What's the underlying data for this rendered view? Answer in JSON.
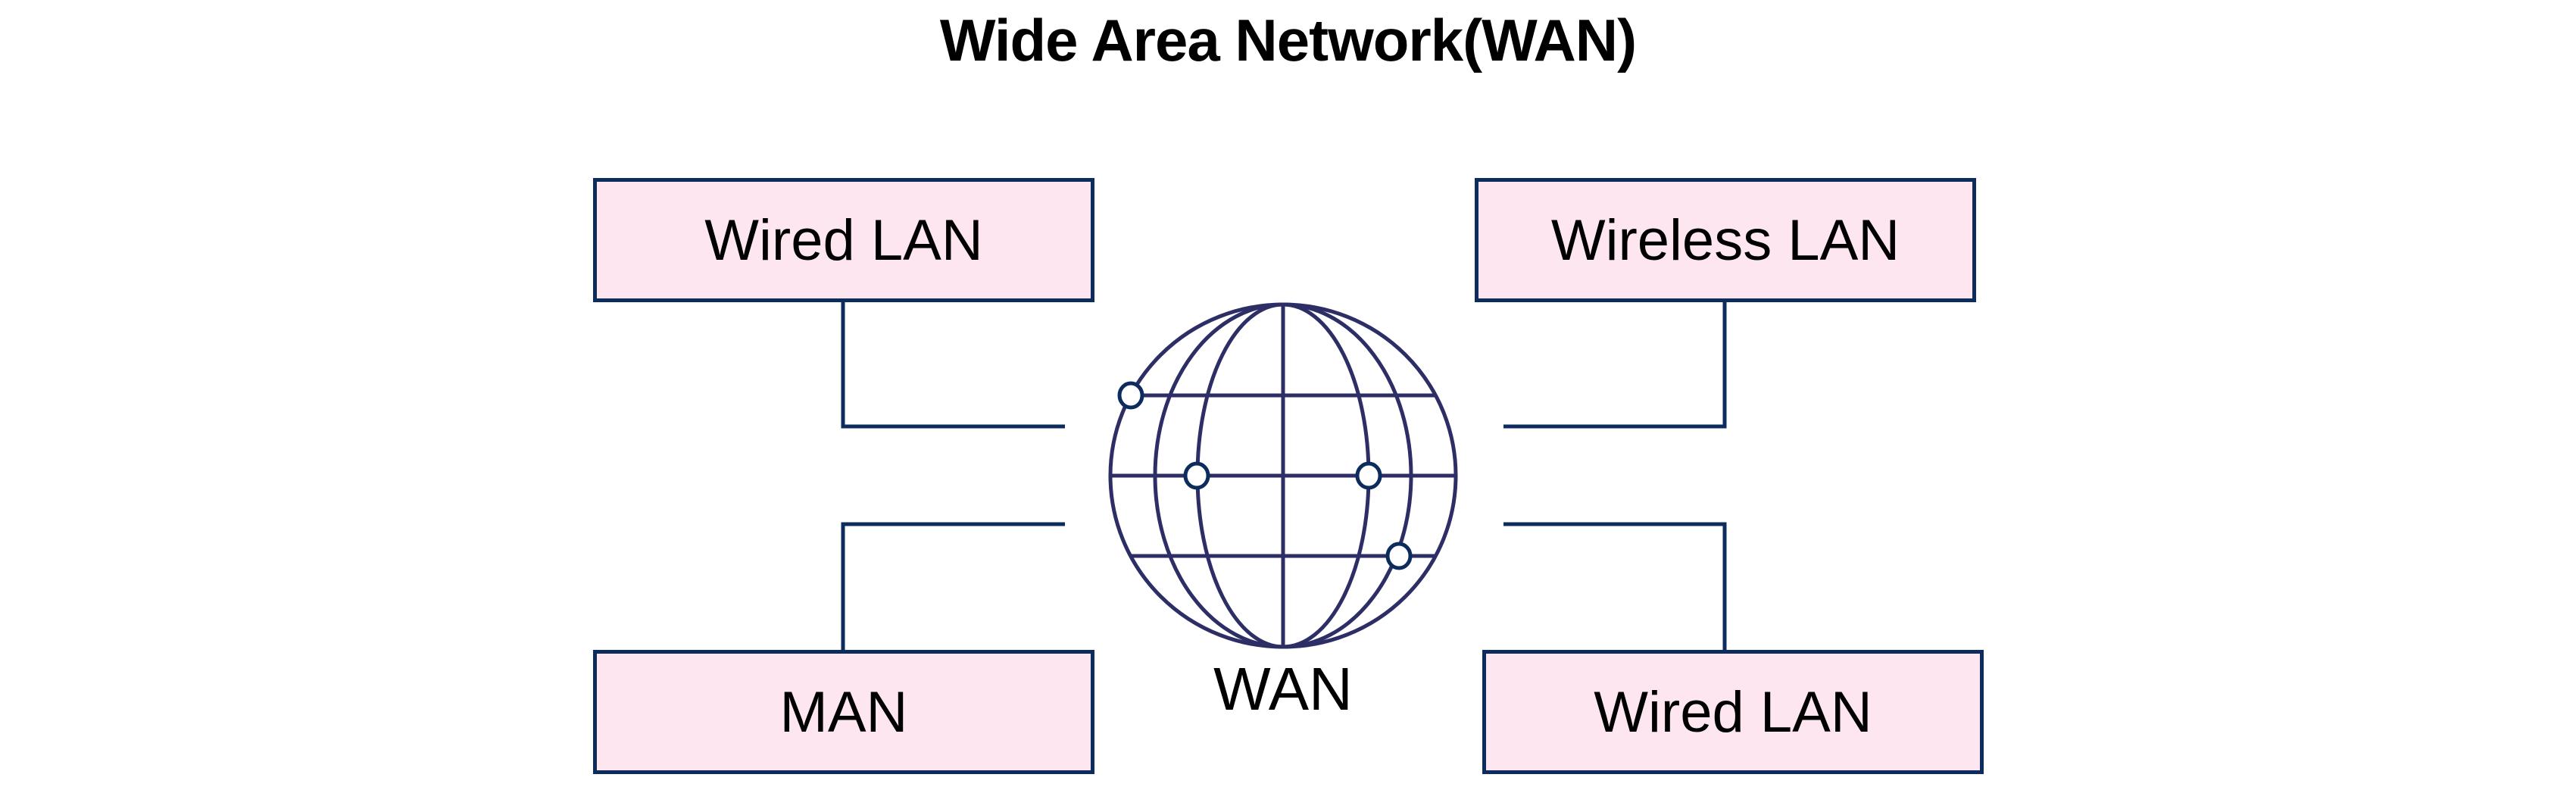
{
  "diagram": {
    "title": "Wide Area Network(WAN)",
    "center_node": {
      "label": "WAN",
      "icon": "globe-icon"
    },
    "nodes": [
      {
        "id": "top-left",
        "label": "Wired LAN",
        "position": "top-left"
      },
      {
        "id": "top-right",
        "label": "Wireless LAN",
        "position": "top-right"
      },
      {
        "id": "bottom-left",
        "label": "MAN",
        "position": "bottom-left"
      },
      {
        "id": "bottom-right",
        "label": "Wired LAN",
        "position": "bottom-right"
      }
    ],
    "connections": [
      {
        "from": "top-left",
        "to": "WAN"
      },
      {
        "from": "top-right",
        "to": "WAN"
      },
      {
        "from": "bottom-left",
        "to": "WAN"
      },
      {
        "from": "bottom-right",
        "to": "WAN"
      }
    ],
    "colors": {
      "box_fill": "#fde6f0",
      "box_border": "#0d2c5e",
      "connector": "#0d2c5e",
      "globe_stroke": "#2e2e66",
      "node_stroke": "#0d2c5e"
    }
  }
}
